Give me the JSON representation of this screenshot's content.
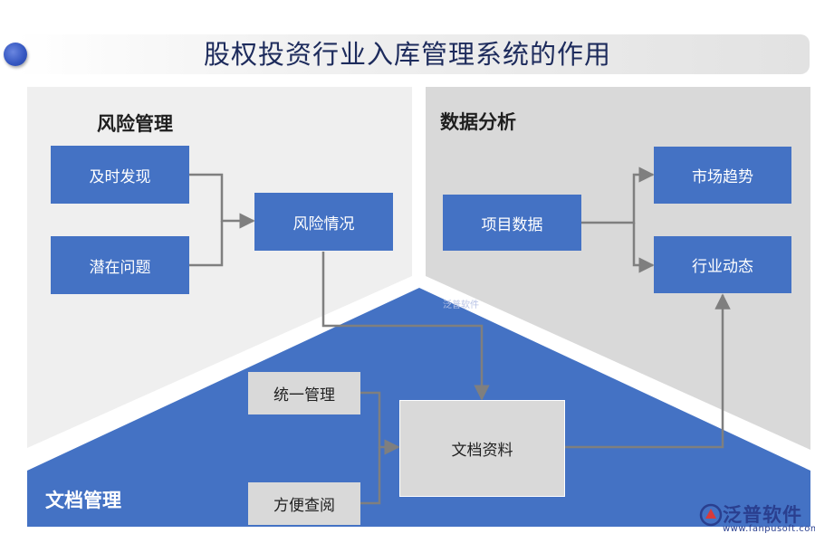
{
  "title": "股权投资行业入库管理系统的作用",
  "sections": {
    "risk": {
      "title": "风险管理",
      "inputs": [
        "及时发现",
        "潜在问题"
      ],
      "output": "风险情况"
    },
    "data": {
      "title": "数据分析",
      "input": "项目数据",
      "outputs": [
        "市场趋势",
        "行业动态"
      ]
    },
    "document": {
      "title": "文档管理",
      "inputs": [
        "统一管理",
        "方便查阅"
      ],
      "center": "文档资料"
    }
  },
  "logo": {
    "name": "泛普软件",
    "url": "www.fanpusoft.com",
    "watermark": "泛普软件"
  },
  "colors": {
    "blue": "#4472c4",
    "panel_left": "#efefef",
    "panel_right": "#d9d9d9",
    "grey_box": "#d9d9d9",
    "title_text": "#1d2b5c",
    "arrow": "#7f7f7f"
  }
}
